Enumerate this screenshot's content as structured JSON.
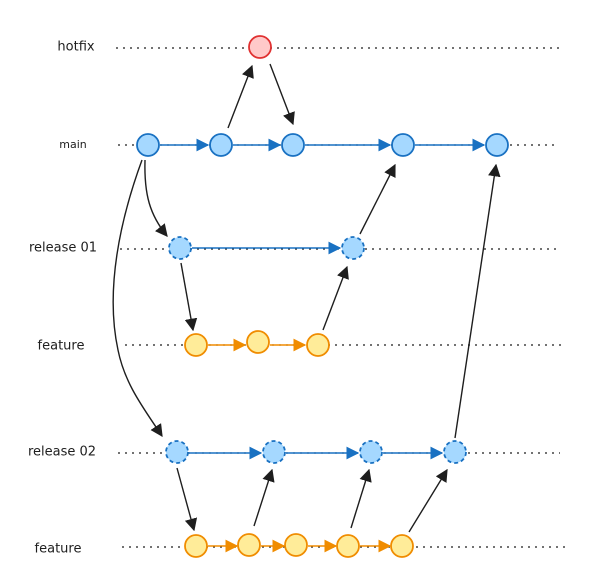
{
  "branches": {
    "hotfix": "hotfix",
    "main": "main",
    "release01": "release 01",
    "feature1": "feature",
    "release02": "release 02",
    "feature2": "feature"
  },
  "colors": {
    "main": "#1971c2",
    "hotfix": "#e03131",
    "feature": "#f08c00"
  }
}
